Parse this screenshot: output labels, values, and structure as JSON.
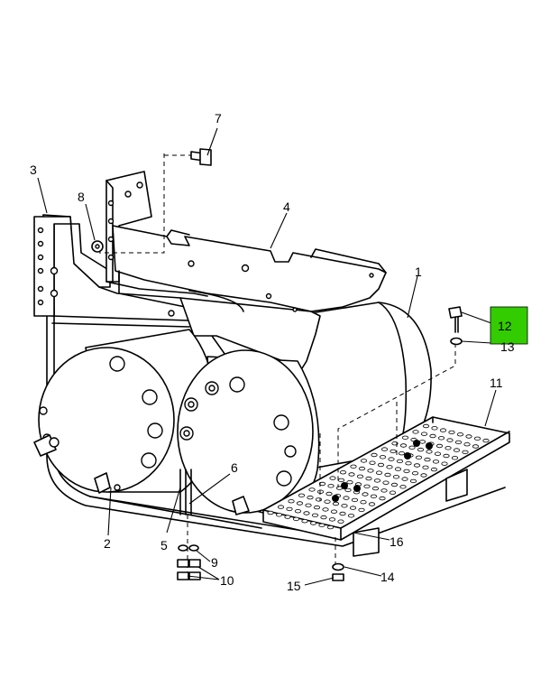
{
  "diagram": {
    "highlight_color": "#33cc00",
    "callouts": [
      {
        "id": "1",
        "text": "1"
      },
      {
        "id": "2",
        "text": "2"
      },
      {
        "id": "3",
        "text": "3"
      },
      {
        "id": "4",
        "text": "4"
      },
      {
        "id": "5",
        "text": "5"
      },
      {
        "id": "6",
        "text": "6"
      },
      {
        "id": "7",
        "text": "7"
      },
      {
        "id": "8",
        "text": "8"
      },
      {
        "id": "9",
        "text": "9"
      },
      {
        "id": "10",
        "text": "10"
      },
      {
        "id": "11",
        "text": "11"
      },
      {
        "id": "12",
        "text": "12"
      },
      {
        "id": "13",
        "text": "13"
      },
      {
        "id": "14",
        "text": "14"
      },
      {
        "id": "15",
        "text": "15"
      },
      {
        "id": "16",
        "text": "16"
      }
    ]
  }
}
